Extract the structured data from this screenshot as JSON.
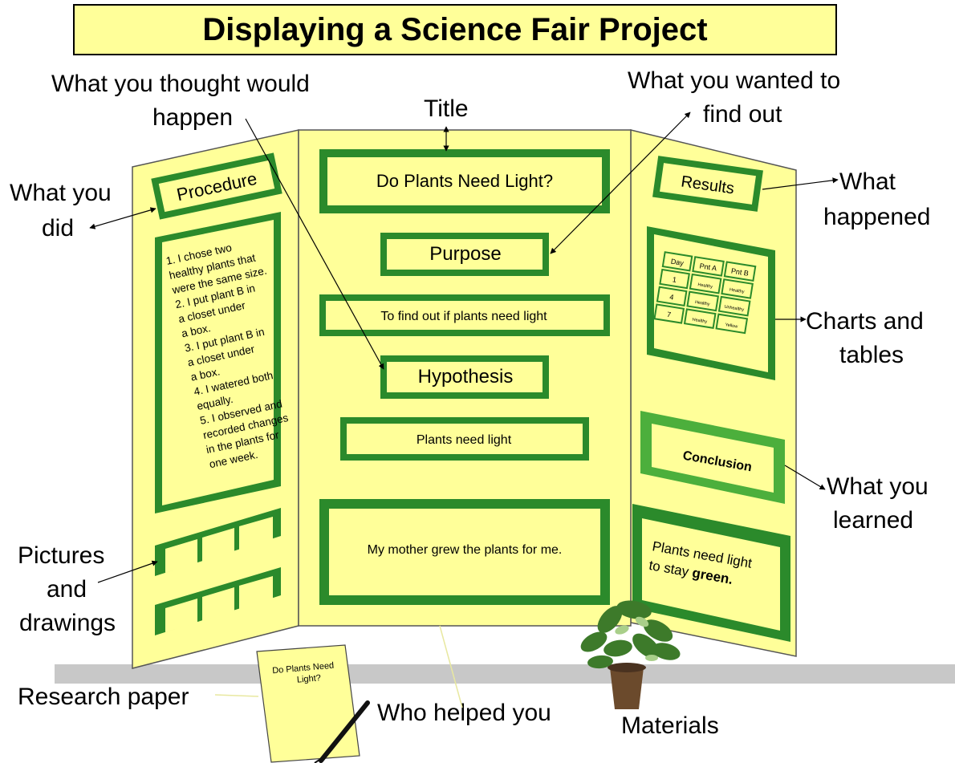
{
  "title": "Displaying a Science Fair Project",
  "callouts": {
    "thought_line1": "What you thought would",
    "thought_line2": "happen",
    "title_label": "Title",
    "wanted_line1": "What you wanted to",
    "wanted_line2": "find out",
    "did_line1": "What you",
    "did_line2": "did",
    "happened_line1": "What",
    "happened_line2": "happened",
    "charts_line1": "Charts and",
    "charts_line2": "tables",
    "learned_line1": "What you",
    "learned_line2": "learned",
    "pictures_line1": "Pictures",
    "pictures_line2": "and",
    "pictures_line3": "drawings",
    "research": "Research paper",
    "helped": "Who helped you",
    "materials": "Materials"
  },
  "board": {
    "project_title": "Do Plants Need Light?",
    "purpose_heading": "Purpose",
    "purpose_text": "To find out if plants need light",
    "hypothesis_heading": "Hypothesis",
    "hypothesis_text": "Plants need light",
    "helper_text": "My mother grew the  plants for me.",
    "procedure_heading": "Procedure",
    "procedure_lines": [
      "1. I chose two",
      "healthy plants that",
      "were the same size.",
      "2. I put plant B in",
      "a closet under",
      "a box.",
      "3. I put plant B in",
      "a closet under",
      "a box.",
      "4. I watered both",
      "equally.",
      "5. I observed and",
      "recorded changes",
      "in the plants for",
      "one week."
    ],
    "results_heading": "Results",
    "results_table": {
      "headers": [
        "Day",
        "Pnt A",
        "Pnt B"
      ],
      "rows": [
        [
          "1",
          "Healthy",
          "Healthy"
        ],
        [
          "4",
          "Healthy",
          "Unhealthy"
        ],
        [
          "7",
          "Healthy",
          "Yellow"
        ]
      ]
    },
    "conclusion_heading": "Conclusion",
    "conclusion_text_1": "Plants need light",
    "conclusion_text_2": "to stay ",
    "conclusion_text_bold": "green."
  },
  "paper": {
    "line1": "Do Plants Need",
    "line2": "Light?"
  },
  "colors": {
    "panel": "#ffff99",
    "frame_green": "#2b8a2b",
    "light_green": "#4caf3c",
    "shelf": "#c8c8c8",
    "banner": "#ffff99"
  }
}
